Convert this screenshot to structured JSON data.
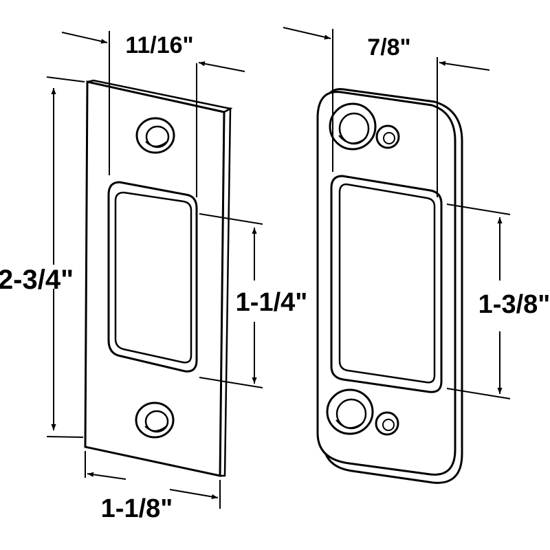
{
  "left_plate": {
    "width_label": "1-1/8\"",
    "height_label": "2-3/4\"",
    "opening_offset_label": "11/16\"",
    "opening_height_label": "1-1/4\""
  },
  "right_plate": {
    "opening_offset_label": "7/8\"",
    "opening_height_label": "1-3/8\""
  },
  "colors": {
    "line": "#000000",
    "background": "#ffffff"
  }
}
